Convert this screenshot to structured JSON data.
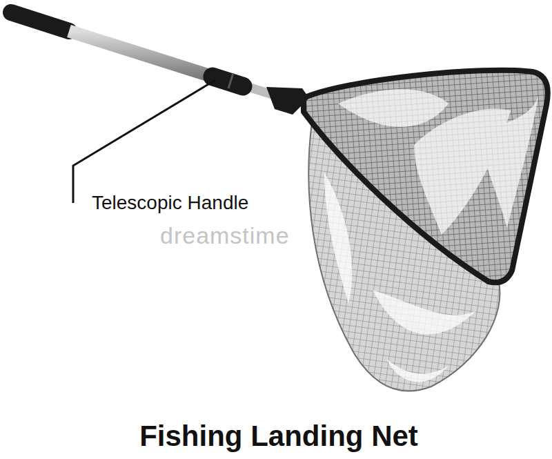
{
  "diagram": {
    "title": "Fishing Landing Net",
    "labels": [
      "Telescopic Handle",
      "dreamstime"
    ]
  }
}
